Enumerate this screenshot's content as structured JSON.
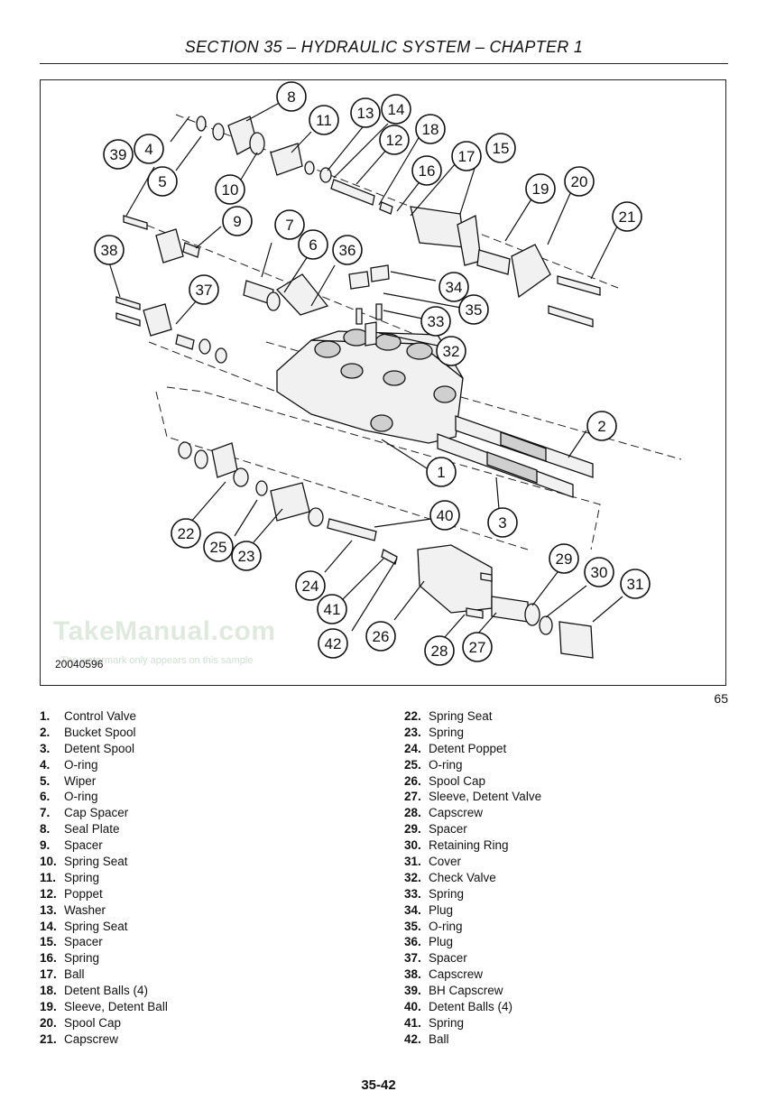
{
  "header": {
    "title": "SECTION 35 – HYDRAULIC SYSTEM – CHAPTER 1"
  },
  "figure": {
    "id": "20040596",
    "number": "65",
    "watermark": "TakeManual.com",
    "watermark_note": "The watermark only appears on this sample"
  },
  "legend_left": [
    {
      "num": "1.",
      "label": "Control Valve"
    },
    {
      "num": "2.",
      "label": "Bucket Spool"
    },
    {
      "num": "3.",
      "label": "Detent Spool"
    },
    {
      "num": "4.",
      "label": "O-ring"
    },
    {
      "num": "5.",
      "label": "Wiper"
    },
    {
      "num": "6.",
      "label": "O-ring"
    },
    {
      "num": "7.",
      "label": "Cap Spacer"
    },
    {
      "num": "8.",
      "label": "Seal Plate"
    },
    {
      "num": "9.",
      "label": "Spacer"
    },
    {
      "num": "10.",
      "label": "Spring Seat"
    },
    {
      "num": "11.",
      "label": "Spring"
    },
    {
      "num": "12.",
      "label": "Poppet"
    },
    {
      "num": "13.",
      "label": "Washer"
    },
    {
      "num": "14.",
      "label": "Spring Seat"
    },
    {
      "num": "15.",
      "label": "Spacer"
    },
    {
      "num": "16.",
      "label": "Spring"
    },
    {
      "num": "17.",
      "label": "Ball"
    },
    {
      "num": "18.",
      "label": "Detent Balls (4)"
    },
    {
      "num": "19.",
      "label": "Sleeve, Detent Ball"
    },
    {
      "num": "20.",
      "label": "Spool Cap"
    },
    {
      "num": "21.",
      "label": "Capscrew"
    }
  ],
  "legend_right": [
    {
      "num": "22.",
      "label": "Spring Seat"
    },
    {
      "num": "23.",
      "label": "Spring"
    },
    {
      "num": "24.",
      "label": "Detent Poppet"
    },
    {
      "num": "25.",
      "label": "O-ring"
    },
    {
      "num": "26.",
      "label": "Spool Cap"
    },
    {
      "num": "27.",
      "label": "Sleeve, Detent Valve"
    },
    {
      "num": "28.",
      "label": "Capscrew"
    },
    {
      "num": "29.",
      "label": "Spacer"
    },
    {
      "num": "30.",
      "label": "Retaining Ring"
    },
    {
      "num": "31.",
      "label": "Cover"
    },
    {
      "num": "32.",
      "label": "Check Valve"
    },
    {
      "num": "33.",
      "label": "Spring"
    },
    {
      "num": "34.",
      "label": "Plug"
    },
    {
      "num": "35.",
      "label": "O-ring"
    },
    {
      "num": "36.",
      "label": "Plug"
    },
    {
      "num": "37.",
      "label": "Spacer"
    },
    {
      "num": "38.",
      "label": "Capscrew"
    },
    {
      "num": "39.",
      "label": "BH Capscrew"
    },
    {
      "num": "40.",
      "label": "Detent Balls (4)"
    },
    {
      "num": "41.",
      "label": "Spring"
    },
    {
      "num": "42.",
      "label": "Ball"
    }
  ],
  "callouts": [
    "1",
    "2",
    "3",
    "4",
    "5",
    "6",
    "7",
    "8",
    "9",
    "10",
    "11",
    "12",
    "13",
    "14",
    "15",
    "16",
    "17",
    "18",
    "19",
    "20",
    "21",
    "22",
    "23",
    "24",
    "25",
    "26",
    "27",
    "28",
    "29",
    "30",
    "31",
    "32",
    "33",
    "34",
    "35",
    "36",
    "37",
    "38",
    "39",
    "40",
    "41",
    "42"
  ],
  "page_number": "35-42"
}
